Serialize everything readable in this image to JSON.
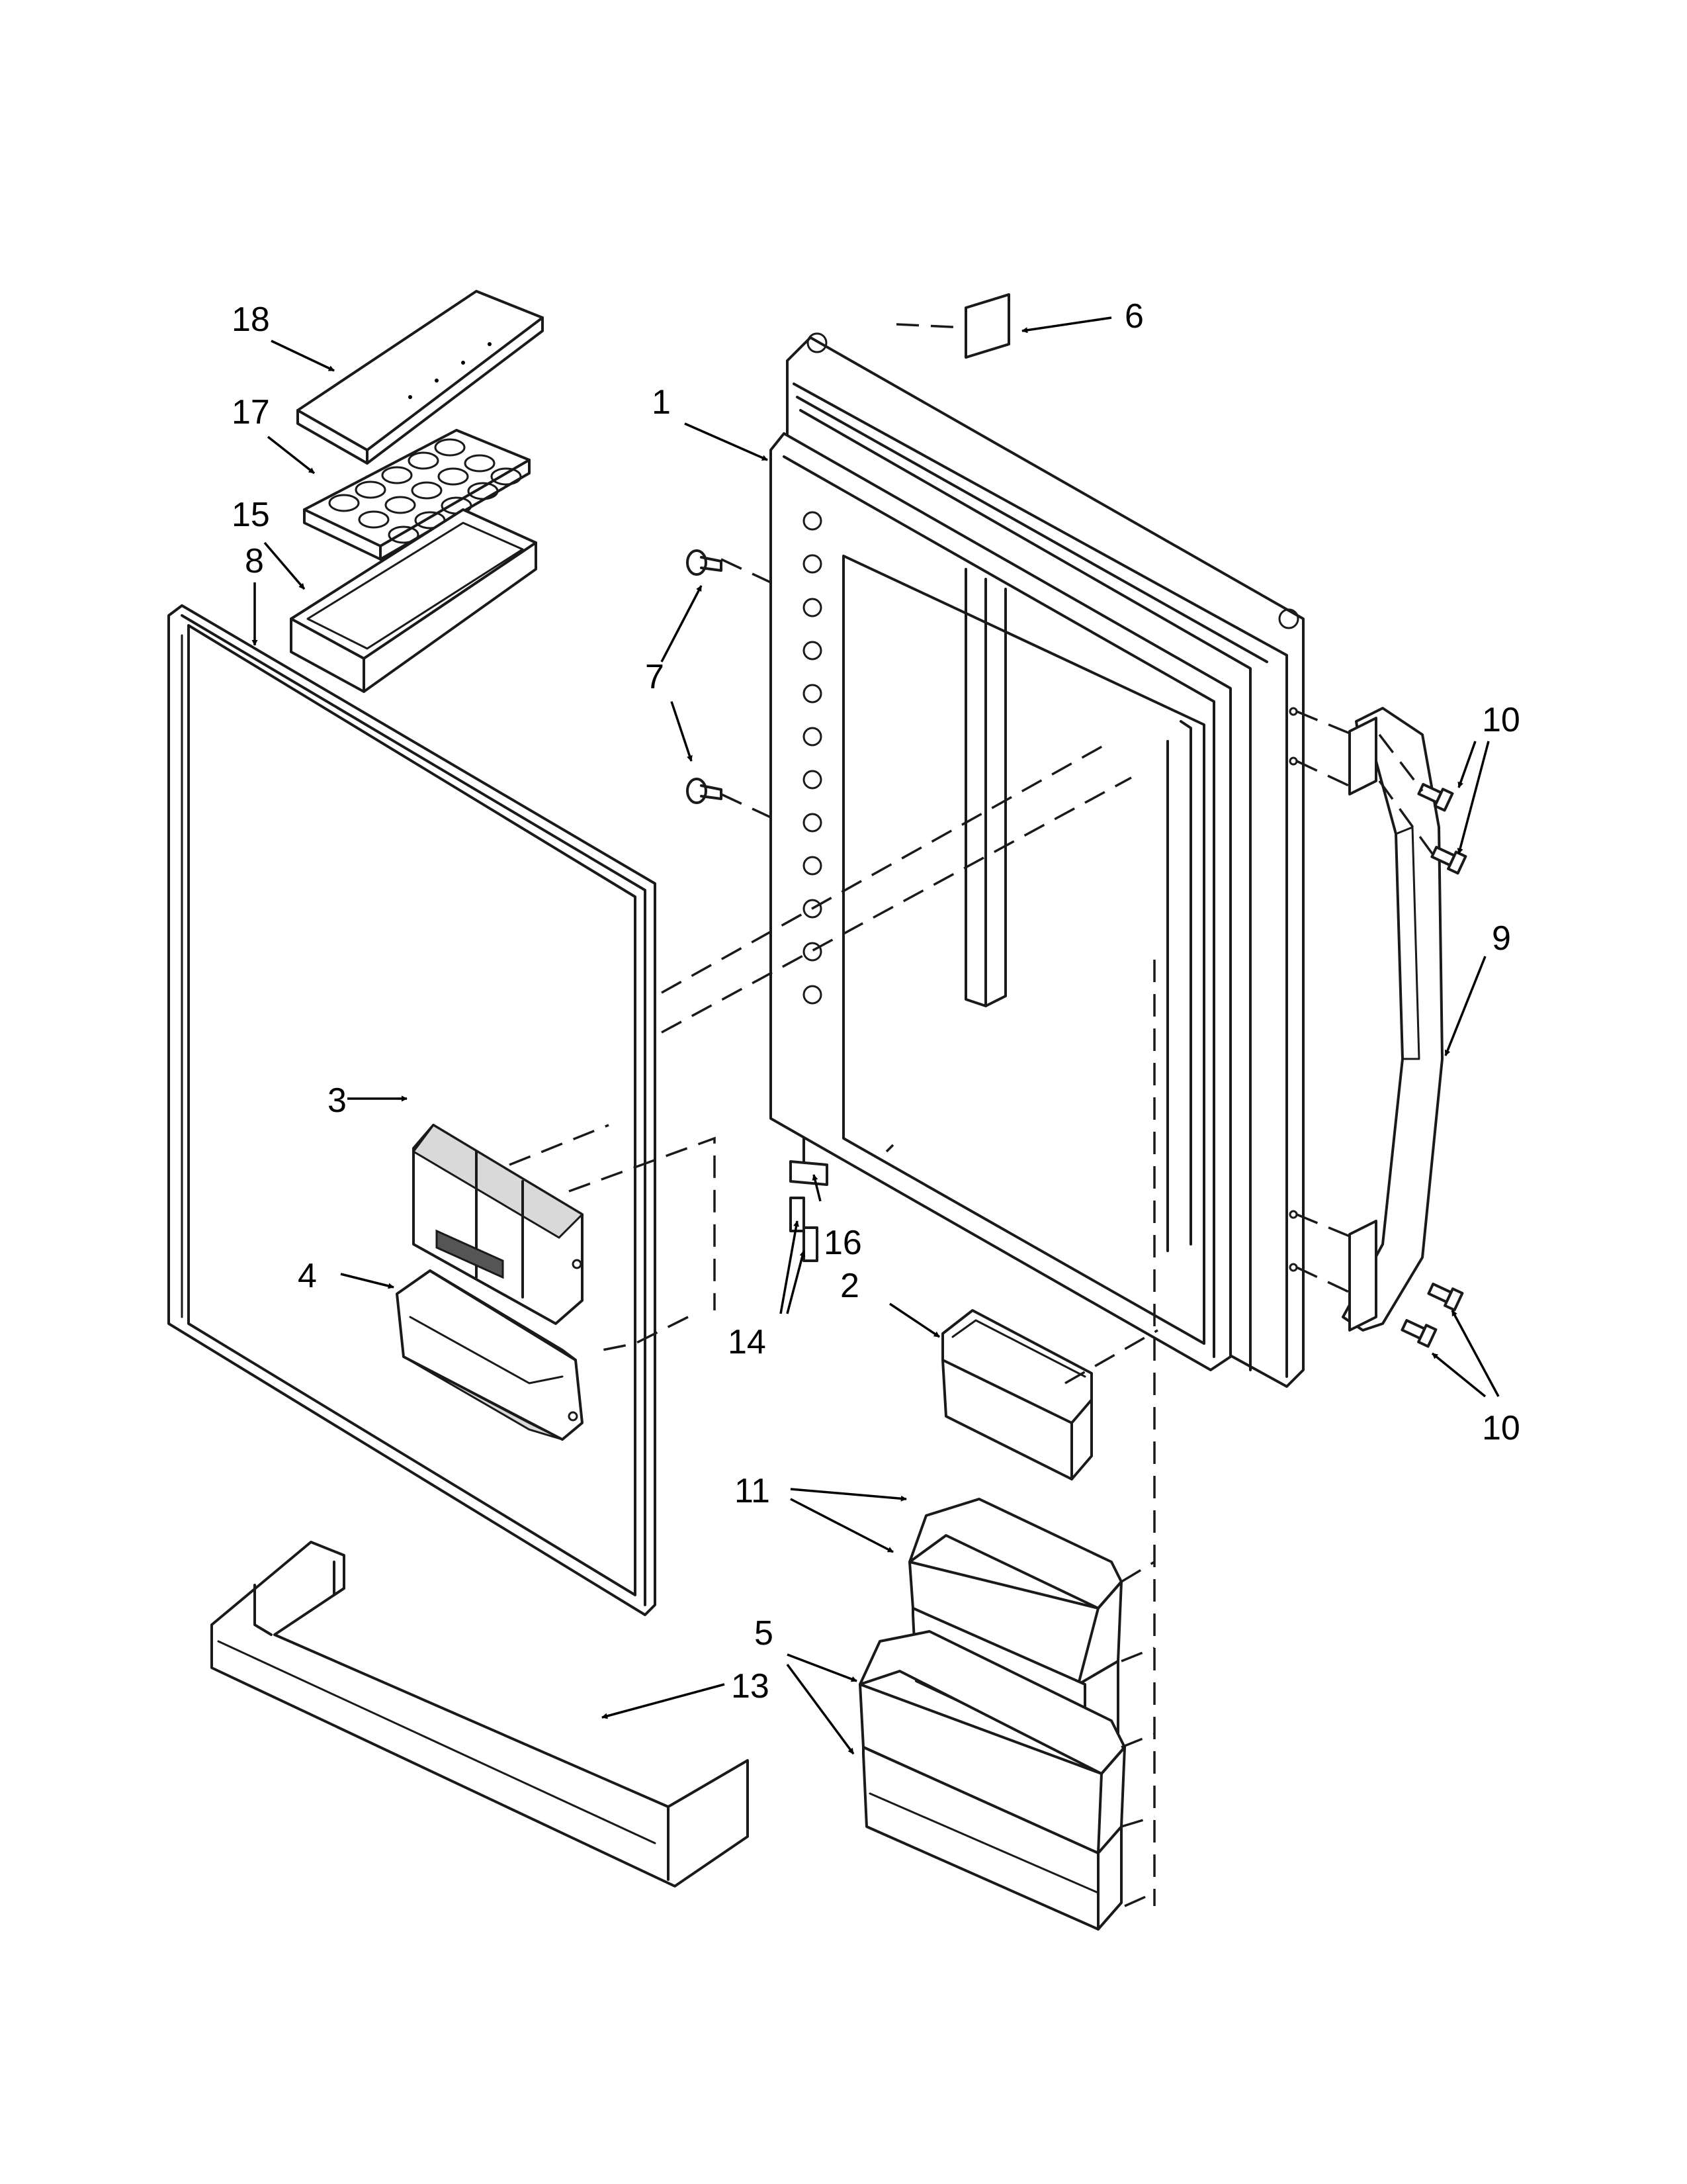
{
  "callouts": {
    "c1": "1",
    "c2": "2",
    "c3": "3",
    "c4": "4",
    "c5": "5",
    "c6": "6",
    "c7": "7",
    "c8": "8",
    "c9": "9",
    "c10a": "10",
    "c10b": "10",
    "c11": "11",
    "c13": "13",
    "c14": "14",
    "c15": "15",
    "c16": "16",
    "c17": "17",
    "c18": "18"
  }
}
